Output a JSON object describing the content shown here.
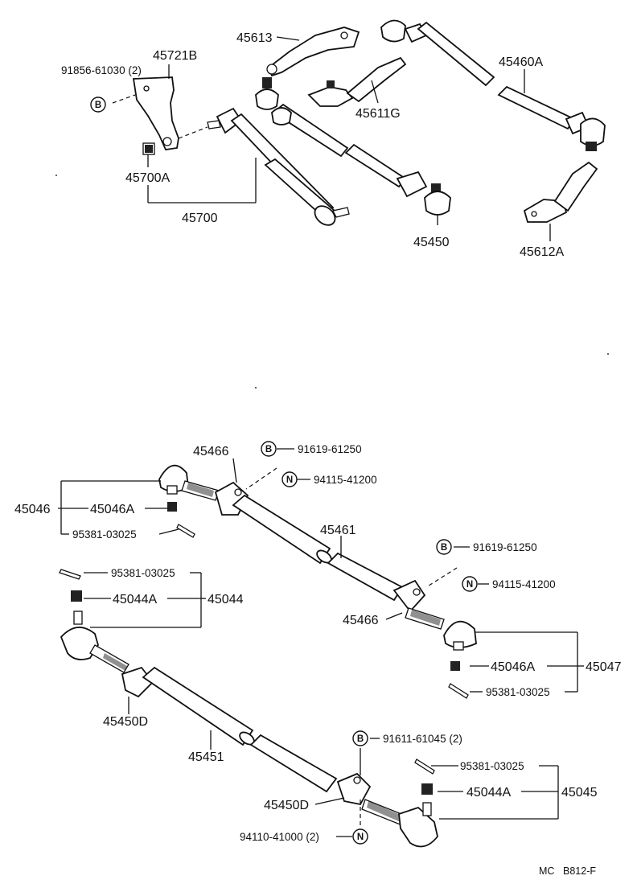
{
  "labels": {
    "p45613": "45613",
    "p45721b": "45721B",
    "p91856": "91856-61030 (2)",
    "p45460a": "45460A",
    "p45611g": "45611G",
    "p45700a": "45700A",
    "p45700": "45700",
    "p45450": "45450",
    "p45612a": "45612A",
    "p45466_top": "45466",
    "p91619_top": "91619-61250",
    "p94115_top": "94115-41200",
    "p45046": "45046",
    "p45046a_top": "45046A",
    "p95381_top": "95381-03025",
    "p45461": "45461",
    "p91619_mid": "91619-61250",
    "p94115_mid": "94115-41200",
    "p95381_left": "95381-03025",
    "p45044a_left": "45044A",
    "p45044": "45044",
    "p45466_bot": "45466",
    "p45046a_bot": "45046A",
    "p45047": "45047",
    "p95381_right": "95381-03025",
    "p45450d_top": "45450D",
    "p45451": "45451",
    "p91611": "91611-61045 (2)",
    "p95381_bot": "95381-03025",
    "p45044a_bot": "45044A",
    "p45045": "45045",
    "p45450d_bot": "45450D",
    "p94110": "94110-41000 (2)",
    "footer_mc": "MC",
    "footer_code": "B812-F"
  },
  "symbols": {
    "bolt": "B",
    "nut": "N"
  }
}
